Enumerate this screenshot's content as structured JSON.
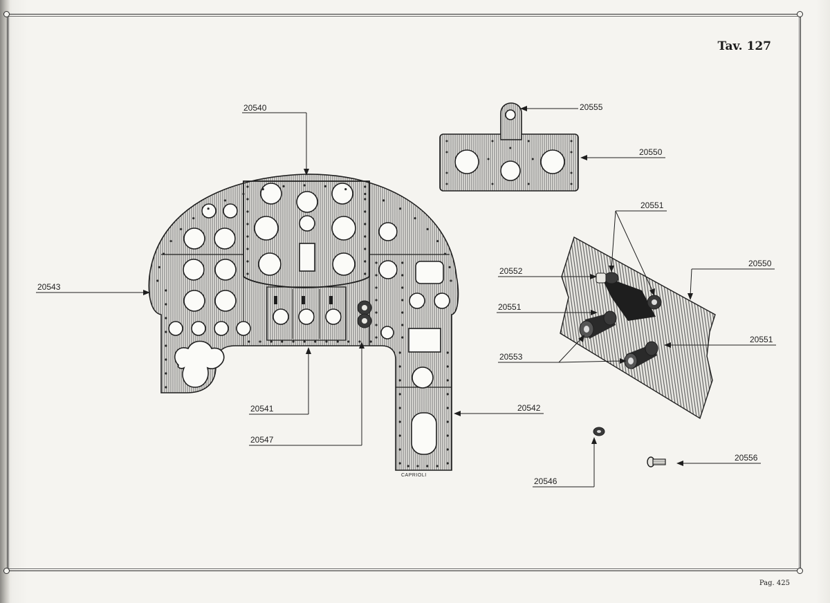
{
  "plate": {
    "title": "Tav. 127",
    "page": "Pag. 425",
    "signature": "CAPRIOLI"
  },
  "parts": [
    {
      "id": "20540"
    },
    {
      "id": "20541"
    },
    {
      "id": "20542"
    },
    {
      "id": "20543"
    },
    {
      "id": "20546"
    },
    {
      "id": "20547"
    },
    {
      "id": "20550"
    },
    {
      "id": "20551"
    },
    {
      "id": "20552"
    },
    {
      "id": "20553"
    },
    {
      "id": "20555"
    },
    {
      "id": "20556"
    }
  ],
  "labels": {
    "p20540": "20540",
    "p20541": "20541",
    "p20542": "20542",
    "p20543": "20543",
    "p20546": "20546",
    "p20547": "20547",
    "p20550_top": "20550",
    "p20550_right": "20550",
    "p20551_top": "20551",
    "p20551_left": "20551",
    "p20551_right": "20551",
    "p20552": "20552",
    "p20553": "20553",
    "p20555": "20555",
    "p20556": "20556"
  },
  "colors": {
    "ink": "#1e1e1e",
    "paper": "#f5f4f0",
    "hatch": "#5a5a5a"
  }
}
